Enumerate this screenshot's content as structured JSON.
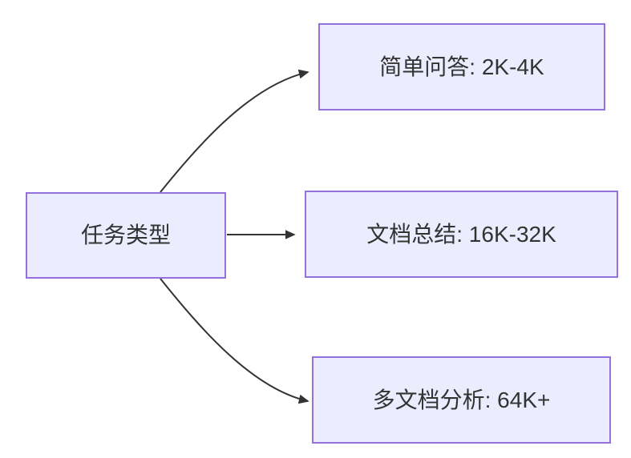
{
  "diagram": {
    "type": "flowchart-left-to-right",
    "root": {
      "label": "任务类型"
    },
    "branches": [
      {
        "label": "简单问答: 2K-4K"
      },
      {
        "label": "文档总结: 16K-32K"
      },
      {
        "label": "多文档分析: 64K+"
      }
    ],
    "edges": [
      {
        "from": "任务类型",
        "to": "简单问答: 2K-4K"
      },
      {
        "from": "任务类型",
        "to": "文档总结: 16K-32K"
      },
      {
        "from": "任务类型",
        "to": "多文档分析: 64K+"
      }
    ],
    "colors": {
      "node_fill": "#ECECFF",
      "node_border": "#9370DB",
      "text": "#333333",
      "arrow": "#333333",
      "background": "#FFFFFF"
    }
  }
}
